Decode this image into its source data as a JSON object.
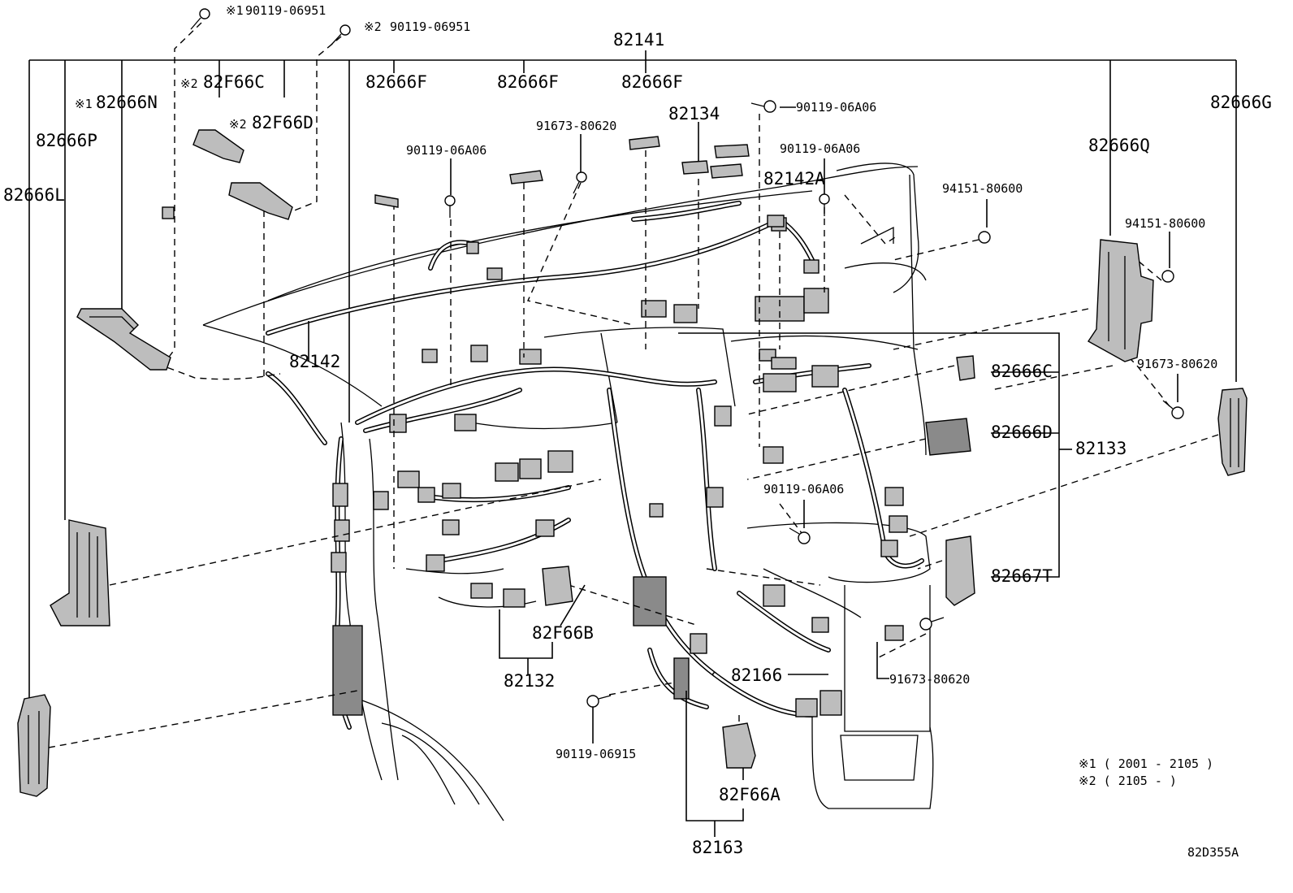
{
  "labels": {
    "p82141": "82141",
    "p82666L": "82666L",
    "p82666P": "82666P",
    "p82666N": "82666N",
    "p82666N_mark": "※1",
    "p82F66C": "82F66C",
    "p82F66C_mark": "※2",
    "p82F66D": "82F66D",
    "p82F66D_mark": "※2",
    "bolt1": "90119-06951",
    "bolt1_mark": "※1",
    "bolt2": "90119-06951",
    "bolt2_mark": "※2",
    "p82666F_a": "82666F",
    "p82666F_b": "82666F",
    "p82666F_c": "82666F",
    "b90119_06A06_a": "90119-06A06",
    "b91673_80620_a": "91673-80620",
    "p82134": "82134",
    "b90119_06A06_b": "90119-06A06",
    "b90119_06A06_c": "90119-06A06",
    "p82142A": "82142A",
    "n94151_80600_a": "94151-80600",
    "p82666Q": "82666Q",
    "n94151_80600_b": "94151-80600",
    "p82666G": "82666G",
    "b91673_80620_b": "91673-80620",
    "p82142": "82142",
    "p82666C": "82666C",
    "p82666D": "82666D",
    "p82133": "82133",
    "b90119_06A06_d": "90119-06A06",
    "p82667T": "82667T",
    "p82F66B": "82F66B",
    "p82132": "82132",
    "p82166": "82166",
    "b91673_80620_c": "91673-80620",
    "b90119_06915": "90119-06915",
    "p82F66A": "82F66A",
    "p82163": "82163",
    "note1": "※1 ( 2001 - 2105 )",
    "note2": "※2 ( 2105 -       )",
    "diagram_code": "82D355A"
  }
}
